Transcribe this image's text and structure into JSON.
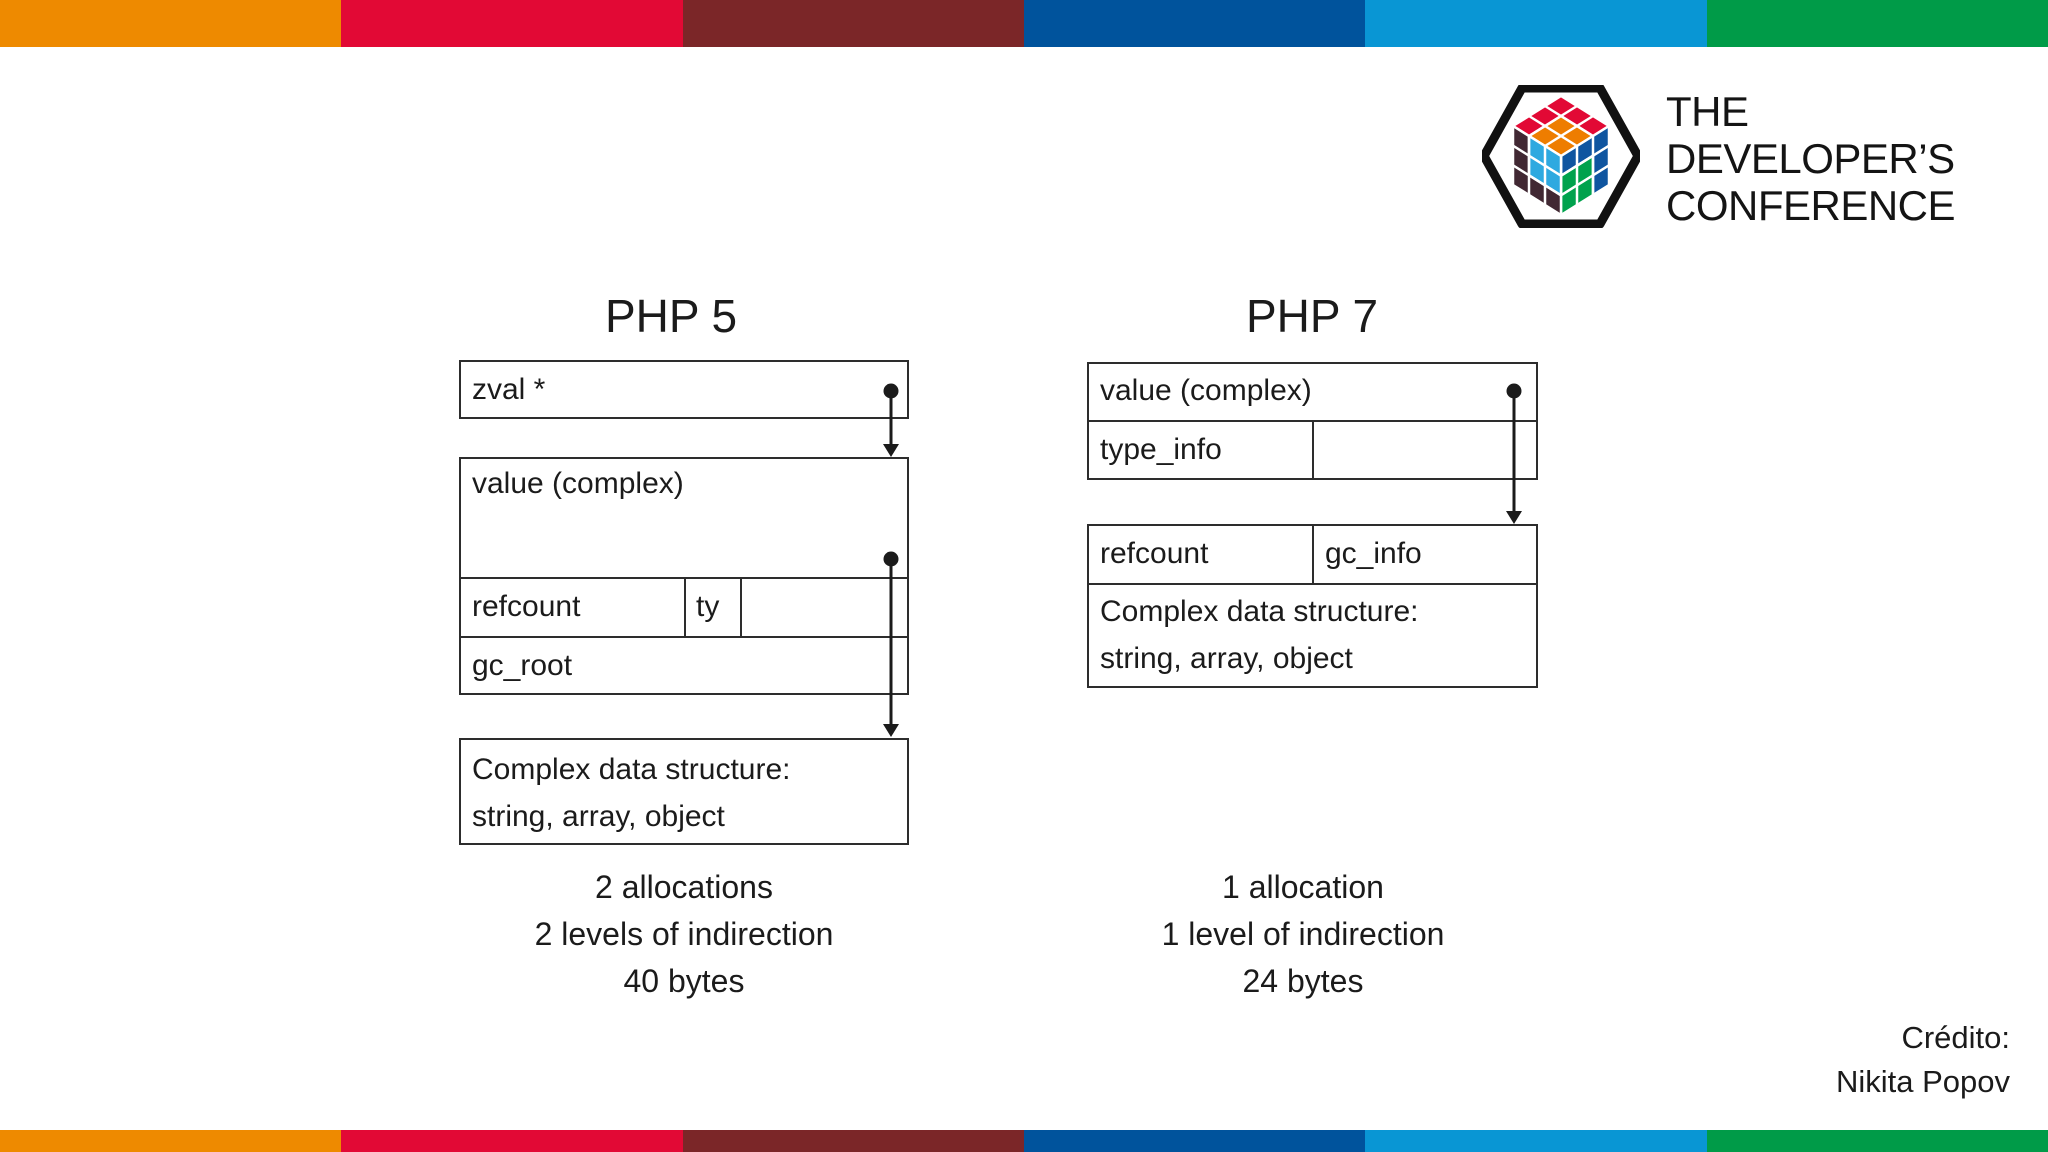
{
  "brand": {
    "logo_text": [
      "THE",
      "DEVELOPER’S",
      "CONFERENCE"
    ],
    "bar_segments": [
      "orange",
      "red",
      "maroon",
      "blue",
      "light blue",
      "green"
    ]
  },
  "colors": {
    "bar_orange": "#EE8A00",
    "bar_red": "#E20935",
    "bar_maroon": "#7B2628",
    "bar_blue": "#00539C",
    "bar_lightblue": "#0996D4",
    "bar_green": "#009B48",
    "cube_red": "#E20935",
    "cube_orange": "#EE7D00",
    "cube_blue": "#0F55A0",
    "cube_green": "#00A24D",
    "cube_lightblue": "#2EA9E0",
    "cube_dark": "#412833",
    "line": "#2D2D2D",
    "text": "#1B1B1B"
  },
  "php5": {
    "heading": "PHP 5",
    "zval_label": "zval *",
    "value_label": "value (complex)",
    "refcount_label": "refcount",
    "ty_label": "ty",
    "gc_root_label": "gc_root",
    "complex_line1": "Complex data structure:",
    "complex_line2": "string, array, object",
    "stats": [
      "2 allocations",
      "2 levels of indirection",
      "40 bytes"
    ]
  },
  "php7": {
    "heading": "PHP 7",
    "value_label": "value (complex)",
    "type_info_label": "type_info",
    "refcount_label": "refcount",
    "gc_info_label": "gc_info",
    "complex_line1": "Complex data structure:",
    "complex_line2": "string, array, object",
    "stats": [
      "1 allocation",
      "1 level of indirection",
      "24 bytes"
    ]
  },
  "credit": [
    "Crédito:",
    "Nikita Popov"
  ]
}
